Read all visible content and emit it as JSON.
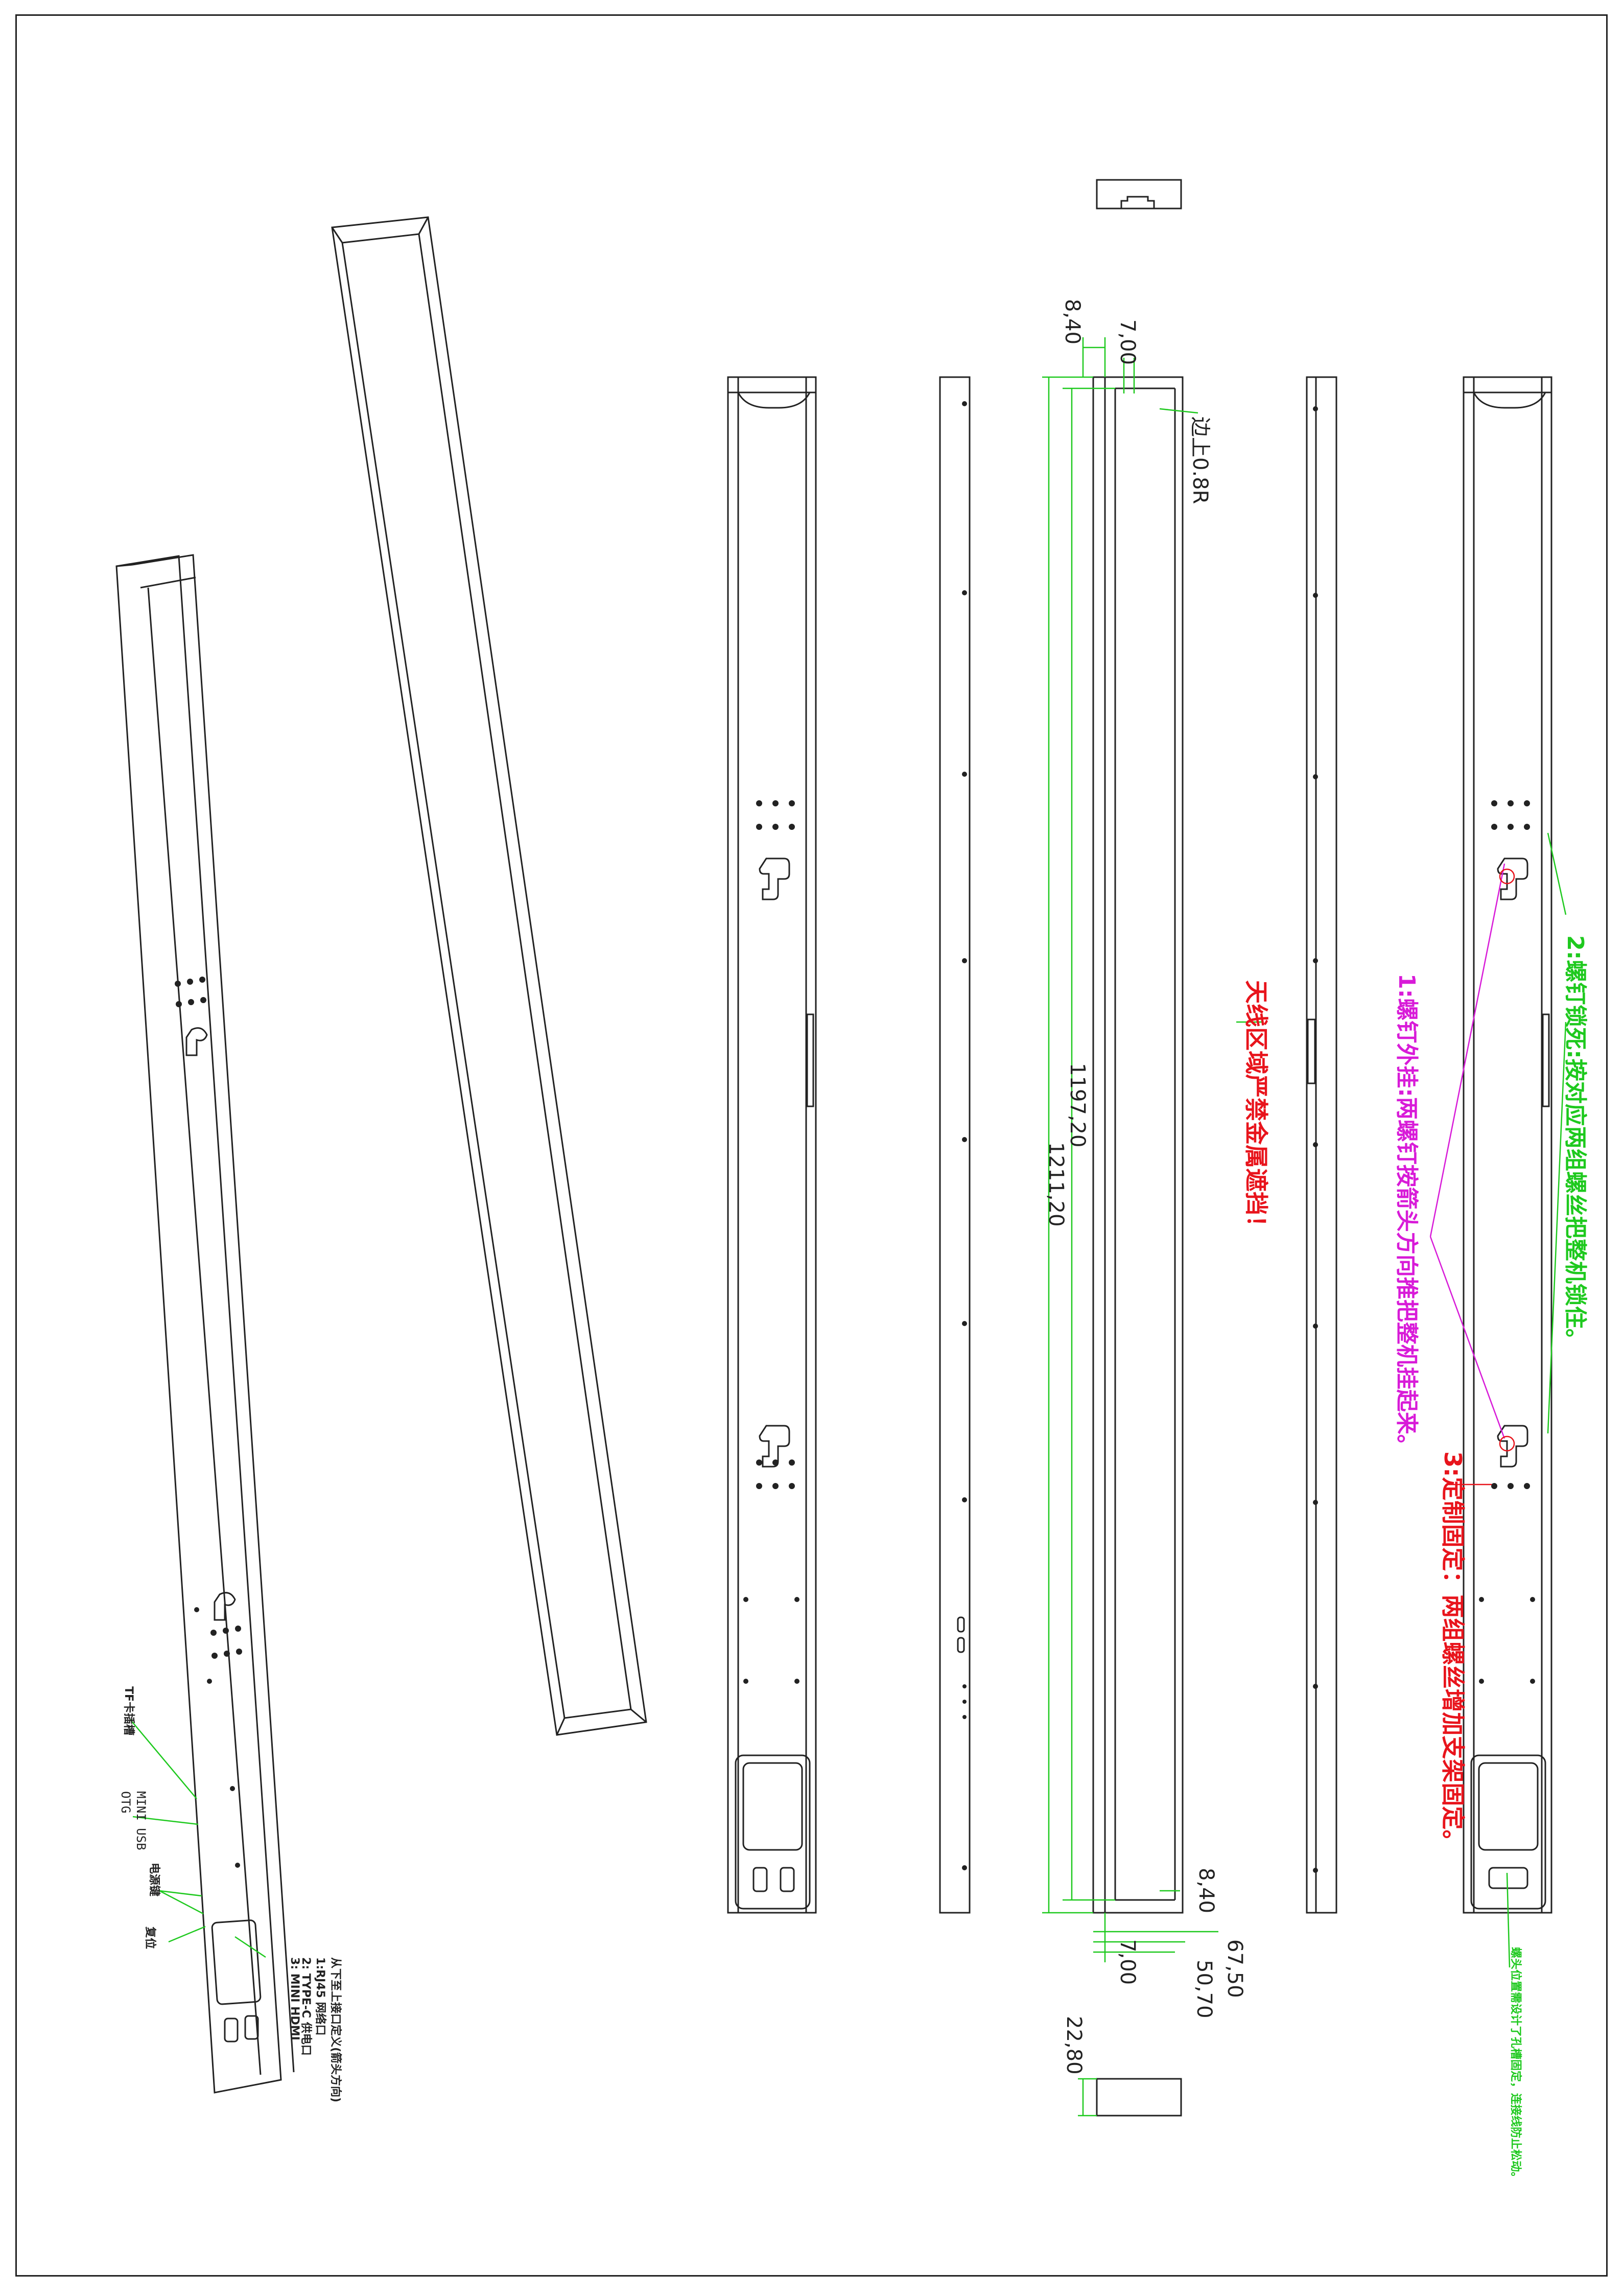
{
  "dimensions": {
    "d1": "8,40",
    "d2": "7,00",
    "d3": "边上0.8R",
    "d4": "1197,20",
    "d5": "1211,20",
    "d6": "8,40",
    "d7": "67,50",
    "d8": "7,00",
    "d9": "50,70",
    "d10": "22,80"
  },
  "notes": {
    "antenna": "天线区域严禁金属遮挡！",
    "step1": "1:螺钉外挂:两螺钉按箭头方向推把整机挂起来。",
    "step2": "2:螺钉锁死:按对应两组螺丝把整机锁住。",
    "step3": "3:定制固定：两组螺丝增加支架固定。",
    "bottom_green": "螺头位置需设计了孔槽固定，连接线防止松动。"
  },
  "port_labels": {
    "tf": "TF卡插槽",
    "mini_usb": "MINI USB",
    "otg": "OTG",
    "power_btn": "电源键",
    "reset": "复位",
    "port_list_title": "从下至上接口定义(箭头方向)",
    "port_1": "1:RJ45 网络口",
    "port_2": "2: TYPE-C 供电口",
    "port_3": "3: MINI HDMI"
  },
  "colors": {
    "line": "#222222",
    "dim_green": "#1ec91e",
    "red": "#e8141c",
    "magenta": "#d81bd8"
  }
}
